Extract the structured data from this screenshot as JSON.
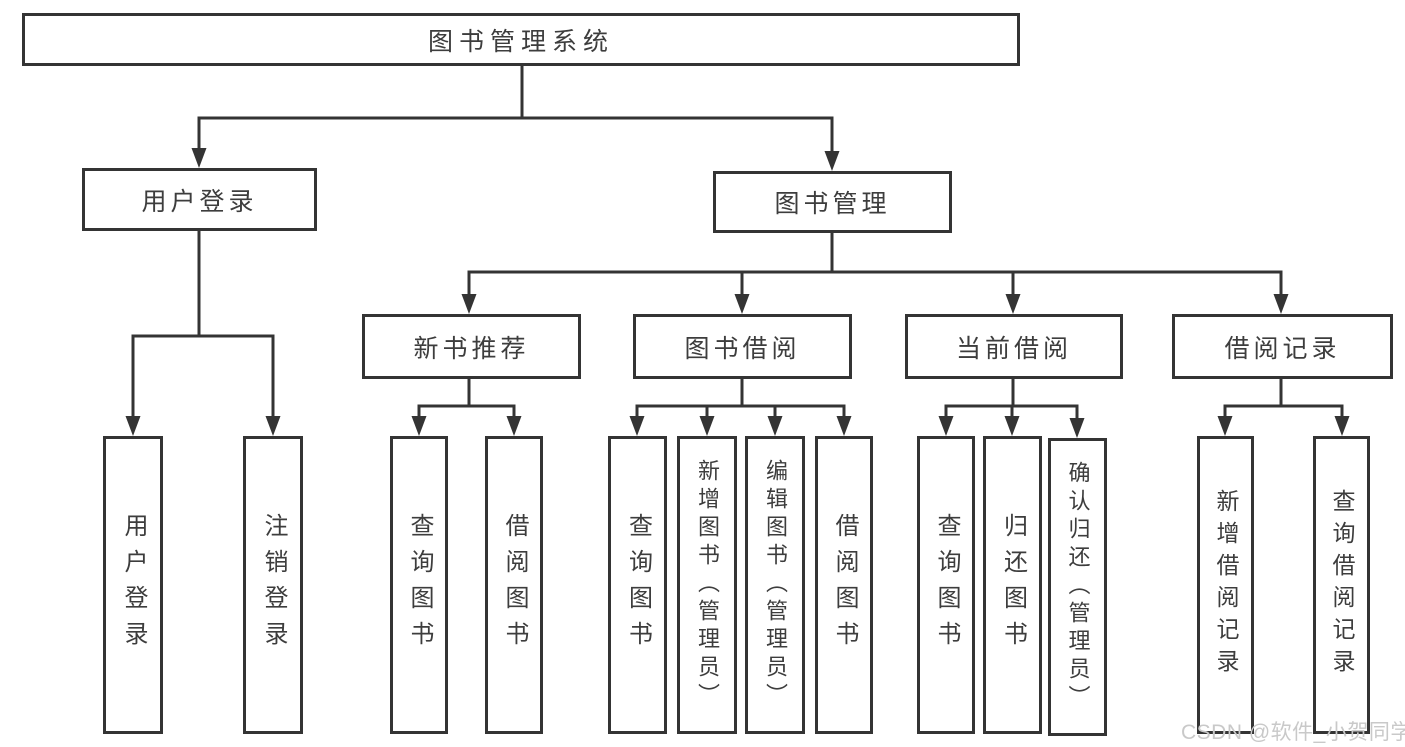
{
  "diagram_title": "图书管理系统",
  "root": {
    "label": "图书管理系统"
  },
  "level2": {
    "user_login": {
      "label": "用户登录"
    },
    "book_management": {
      "label": "图书管理"
    }
  },
  "level3": {
    "new_book_recommend": {
      "label": "新书推荐"
    },
    "book_borrow": {
      "label": "图书借阅"
    },
    "current_borrow": {
      "label": "当前借阅"
    },
    "borrow_records": {
      "label": "借阅记录"
    }
  },
  "leaves": {
    "user_login": [
      "用户登录",
      "注销登录"
    ],
    "new_book_recommend": [
      "查询图书",
      "借阅图书"
    ],
    "book_borrow": [
      "查询图书",
      "新增图书（管理员）",
      "编辑图书（管理员）",
      "借阅图书"
    ],
    "current_borrow": [
      "查询图书",
      "归还图书",
      "确认归还（管理员）"
    ],
    "borrow_records": [
      "新增借阅记录",
      "查询借阅记录"
    ]
  },
  "watermark": "CSDN @软件_小贺同学",
  "colors": {
    "line": "#343434",
    "text": "#3d3d3d",
    "box_background": "#ffffff",
    "background": "#ffffff",
    "watermark": "#c9c9c9"
  }
}
